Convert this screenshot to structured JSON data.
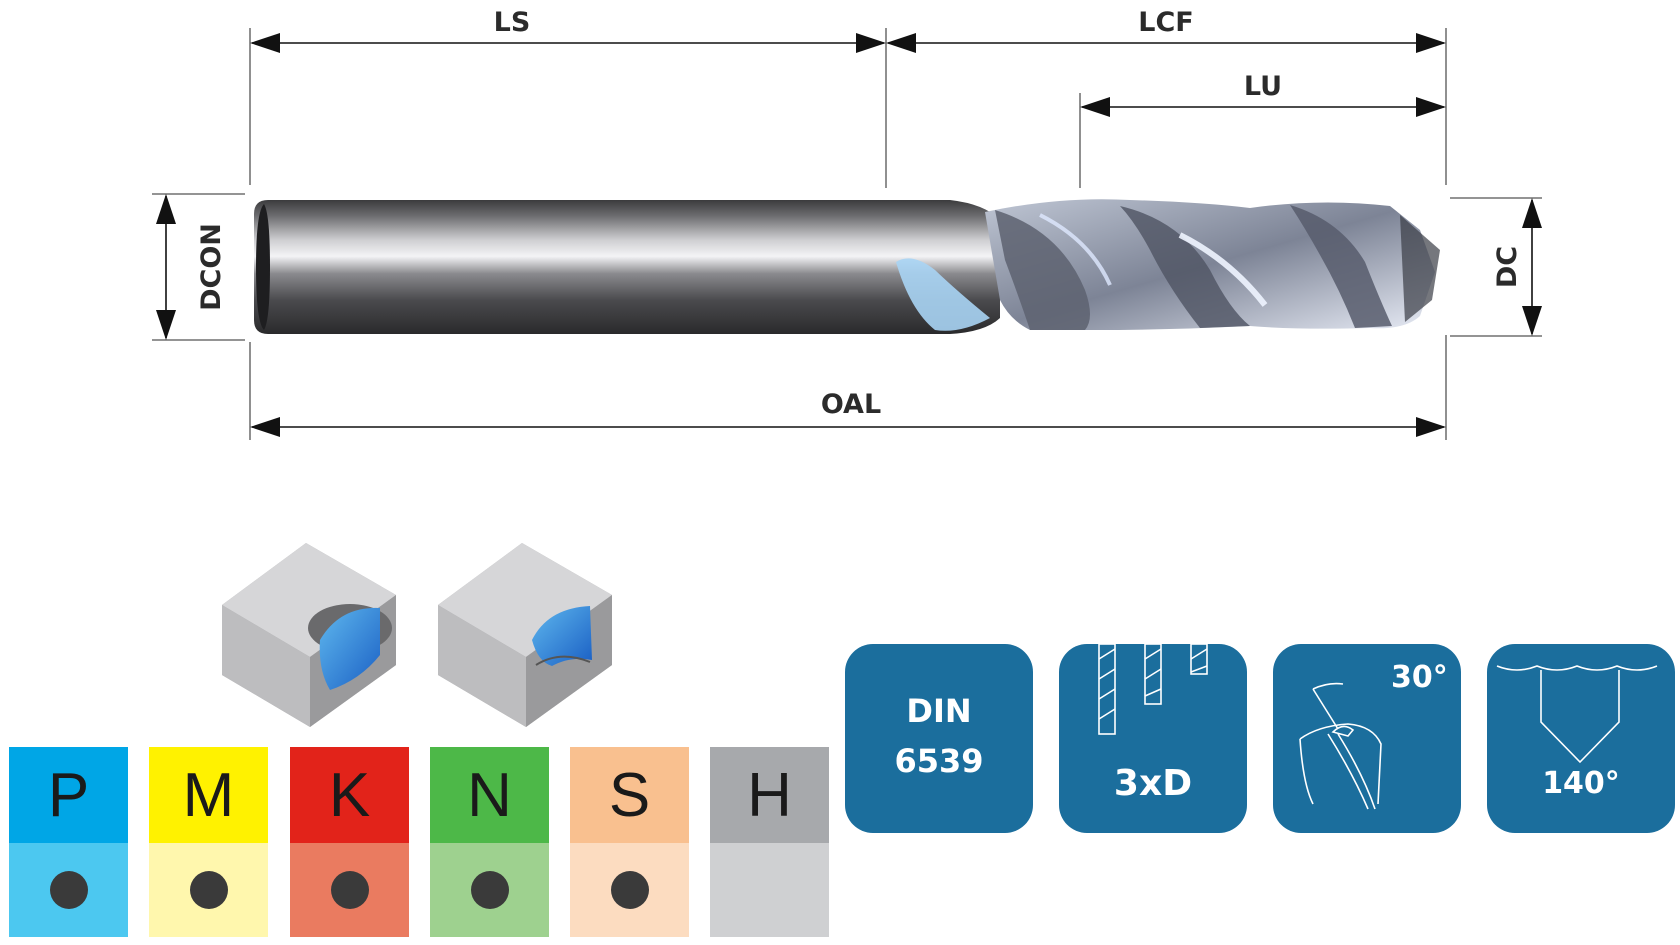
{
  "dimensions": {
    "ls": "LS",
    "lcf": "LCF",
    "lu": "LU",
    "dcon": "DCON",
    "dc": "DC",
    "oal": "OAL"
  },
  "materials": [
    {
      "letter": "P",
      "head_color": "#00a6e6",
      "body_color": "#4cc8f0",
      "suitable": true
    },
    {
      "letter": "M",
      "head_color": "#fff200",
      "body_color": "#fff7ad",
      "suitable": true
    },
    {
      "letter": "K",
      "head_color": "#e2231a",
      "body_color": "#ea7b60",
      "suitable": true
    },
    {
      "letter": "N",
      "head_color": "#4db848",
      "body_color": "#9ed18f",
      "suitable": true
    },
    {
      "letter": "S",
      "head_color": "#f9c08f",
      "body_color": "#fcdcc0",
      "suitable": true
    },
    {
      "letter": "H",
      "head_color": "#a7a9ac",
      "body_color": "#cfd0d2",
      "suitable": false
    }
  ],
  "badges": {
    "standard_line1": "DIN",
    "standard_line2": "6539",
    "depth": "3xD",
    "helix": "30°",
    "point_angle": "140°"
  },
  "colors": {
    "badge_blue": "#1b6e9d",
    "hole_blue": "#1e88d8",
    "block_grey": "#c8c8ca"
  },
  "icons": [
    "through-hole-block-icon",
    "blind-hole-block-icon",
    "depth-icon",
    "helix-angle-icon",
    "point-angle-icon"
  ]
}
